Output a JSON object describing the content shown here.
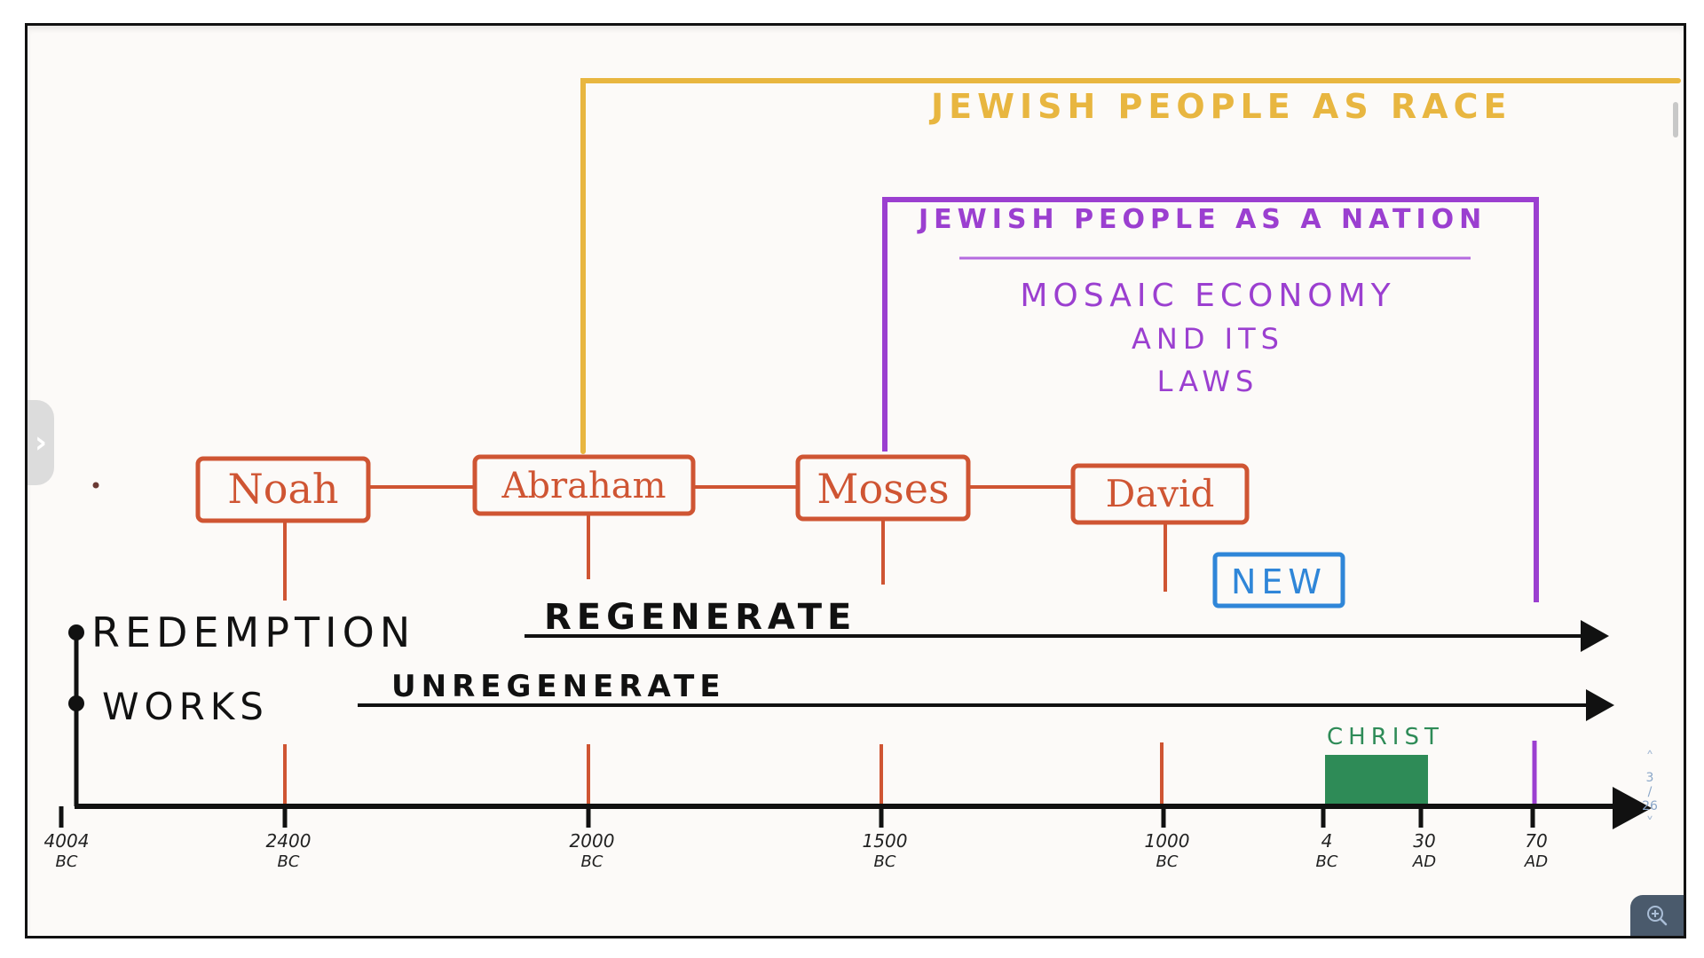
{
  "colors": {
    "page_bg": "#fcfaf8",
    "race_gold": "#e8b640",
    "nation_purple": "#9b3fd0",
    "person_red": "#cf5533",
    "new_blue": "#2f86d8",
    "christ_green": "#2e8b57",
    "ink_black": "#111111"
  },
  "race_bracket": {
    "label": "JEWISH PEOPLE AS RACE"
  },
  "nation_box": {
    "title": "JEWISH PEOPLE AS A NATION",
    "body_lines": [
      "MOSAIC ECONOMY",
      "AND ITS",
      "LAWS"
    ]
  },
  "people": [
    {
      "name": "Noah"
    },
    {
      "name": "Abraham"
    },
    {
      "name": "Moses"
    },
    {
      "name": "David"
    }
  ],
  "new_badge": {
    "label": "NEW"
  },
  "tracks": [
    {
      "label": "REDEMPTION",
      "sublabel": "REGENERATE"
    },
    {
      "label": "WORKS",
      "sublabel": "UNREGENERATE"
    }
  ],
  "christ": {
    "label": "CHRIST"
  },
  "axis_ticks": [
    {
      "value": "4004",
      "era": "BC"
    },
    {
      "value": "2400",
      "era": "BC"
    },
    {
      "value": "2000",
      "era": "BC"
    },
    {
      "value": "1500",
      "era": "BC"
    },
    {
      "value": "1000",
      "era": "BC"
    },
    {
      "value": "4",
      "era": "BC"
    },
    {
      "value": "30",
      "era": "AD"
    },
    {
      "value": "70",
      "era": "AD"
    }
  ],
  "pager": {
    "current": "3",
    "separator": "/",
    "total": "26",
    "up_icon": "chevron-up-icon",
    "down_icon": "chevron-down-icon"
  },
  "controls": {
    "side_tab_icon": "chevron-right-icon",
    "zoom_icon": "zoom-in-icon"
  }
}
